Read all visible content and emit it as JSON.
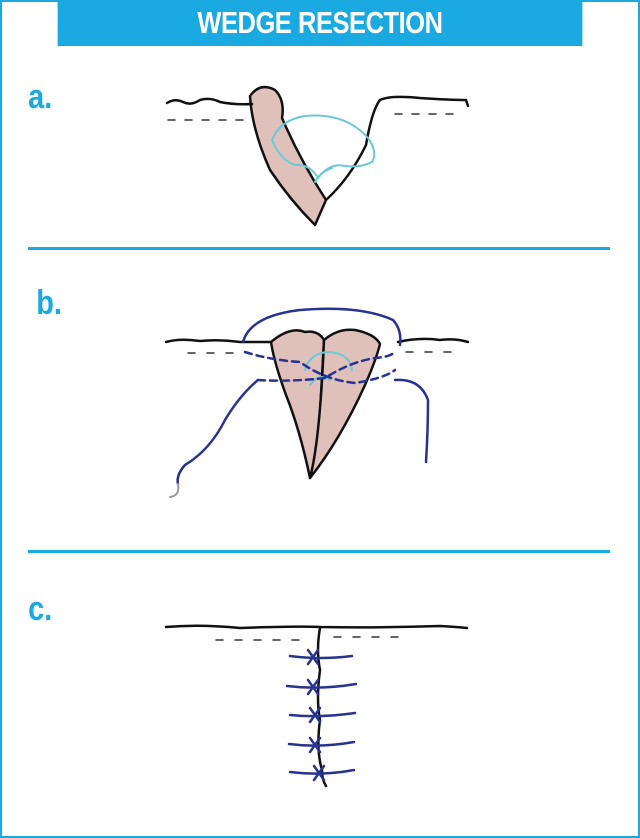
{
  "title": "WEDGE RESECTION",
  "panels": [
    {
      "label": "a."
    },
    {
      "label": "b."
    },
    {
      "label": "c."
    }
  ],
  "colors": {
    "accent": "#1ba9e1",
    "tissue": "#dfc0bb",
    "suture": "#27338f",
    "light_suture": "#6cc9d3"
  }
}
